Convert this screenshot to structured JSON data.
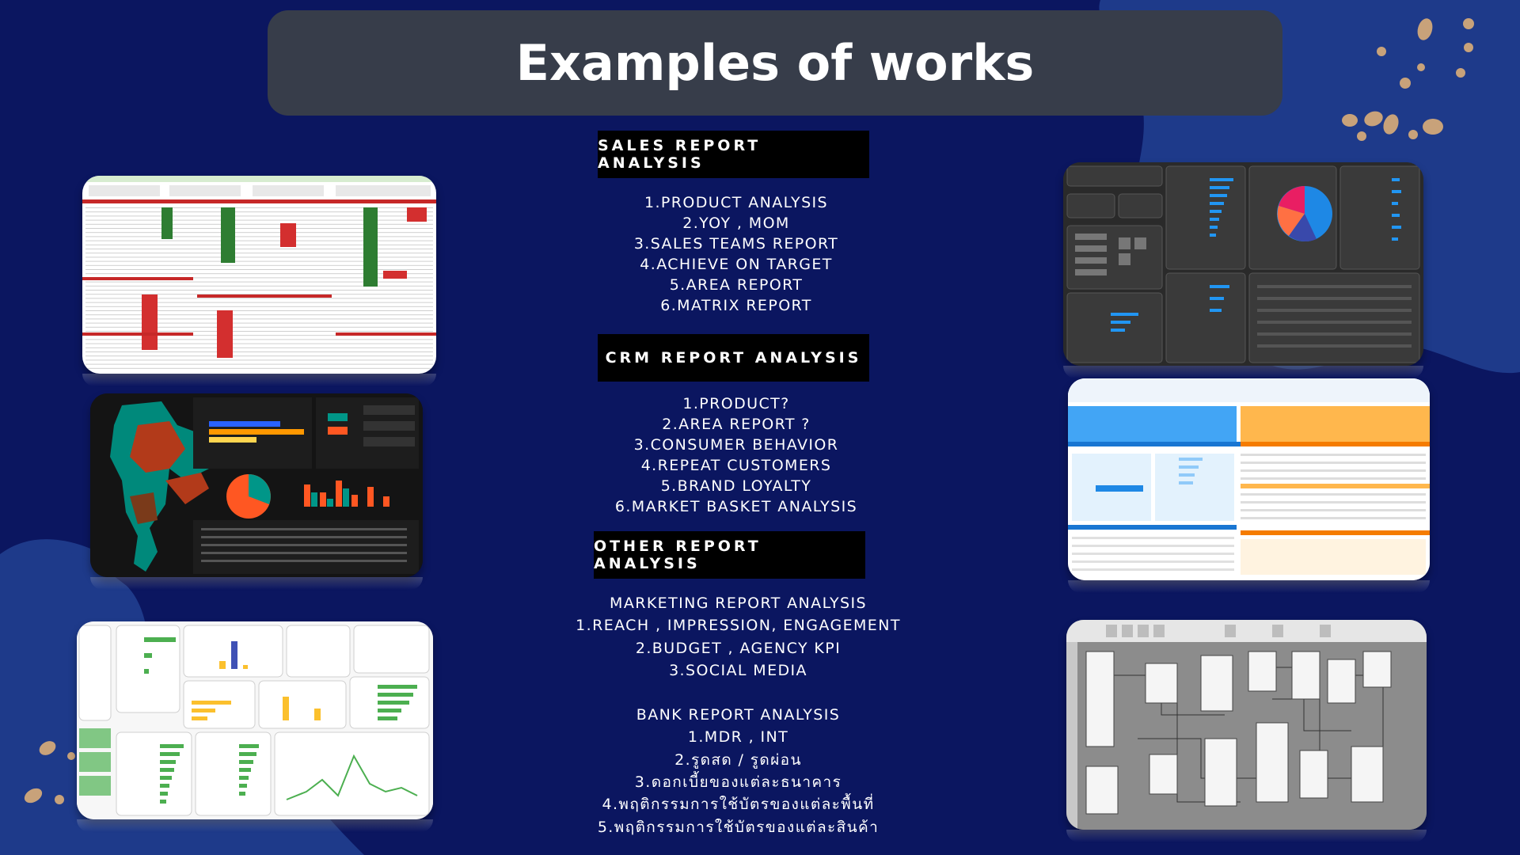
{
  "page": {
    "title": "Examples of works"
  },
  "sections": [
    {
      "heading": "SALES REPORT ANALYSIS",
      "items": [
        "1.PRODUCT ANALYSIS",
        "2.YOY , MOM",
        "3.SALES TEAMS REPORT",
        "4.ACHIEVE ON TARGET",
        "5.AREA REPORT",
        "6.MATRIX REPORT"
      ]
    },
    {
      "heading": "CRM REPORT ANALYSIS",
      "items": [
        "1.PRODUCT?",
        "2.AREA REPORT ?",
        "3.CONSUMER BEHAVIOR",
        "4.REPEAT CUSTOMERS",
        "5.BRAND LOYALTY",
        "6.MARKET BASKET ANALYSIS"
      ]
    },
    {
      "heading": "OTHER REPORT ANALYSIS",
      "items": [
        "MARKETING REPORT ANALYSIS",
        "1.REACH  , IMPRESSION, ENGAGEMENT",
        "2.BUDGET , AGENCY KPI",
        "3.SOCIAL MEDIA",
        "",
        "BANK REPORT ANALYSIS",
        "1.MDR , INT",
        "2.รูดสด / รูดผ่อน",
        "3.ดอกเบี้ยของแต่ละธนาคาร",
        "4.พฤติกรรมการใช้บัตรของแต่ละพื้นที่",
        "5.พฤติกรรมการใช้บัตรของแต่ละสินค้า"
      ]
    }
  ],
  "colors": {
    "background": "#0b1660",
    "blob": "#1e3a8a",
    "title_bar": "#373d4a",
    "dots": "#c8a27a"
  },
  "thumbnails": [
    "sales-table-report-thumbnail",
    "thailand-map-dashboard-thumbnail",
    "marketing-dashboard-thumbnail",
    "dark-crm-dashboard-thumbnail",
    "blue-matrix-report-thumbnail",
    "data-model-diagram-thumbnail"
  ]
}
